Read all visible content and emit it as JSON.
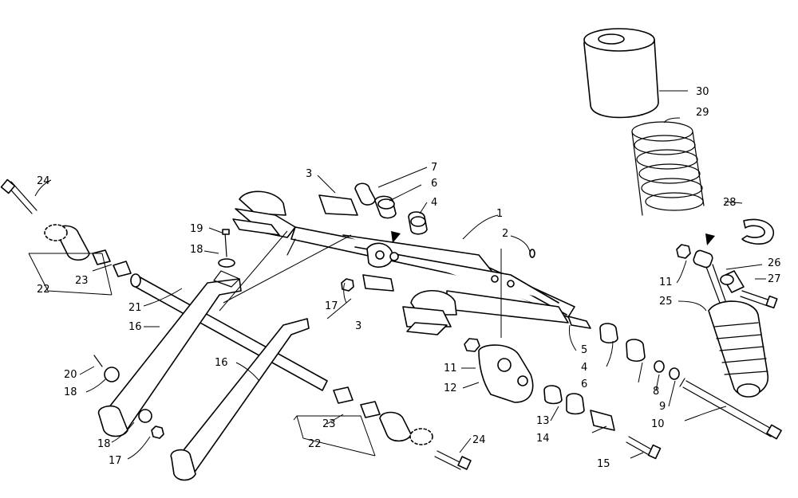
{
  "callouts": [
    "1",
    "2",
    "3",
    "3",
    "4",
    "4",
    "5",
    "6",
    "6",
    "7",
    "8",
    "9",
    "10",
    "11",
    "11",
    "12",
    "13",
    "14",
    "15",
    "16",
    "16",
    "17",
    "17",
    "18",
    "18",
    "18",
    "19",
    "20",
    "21",
    "22",
    "22",
    "23",
    "23",
    "24",
    "24",
    "25",
    "26",
    "27",
    "28",
    "29",
    "30"
  ]
}
